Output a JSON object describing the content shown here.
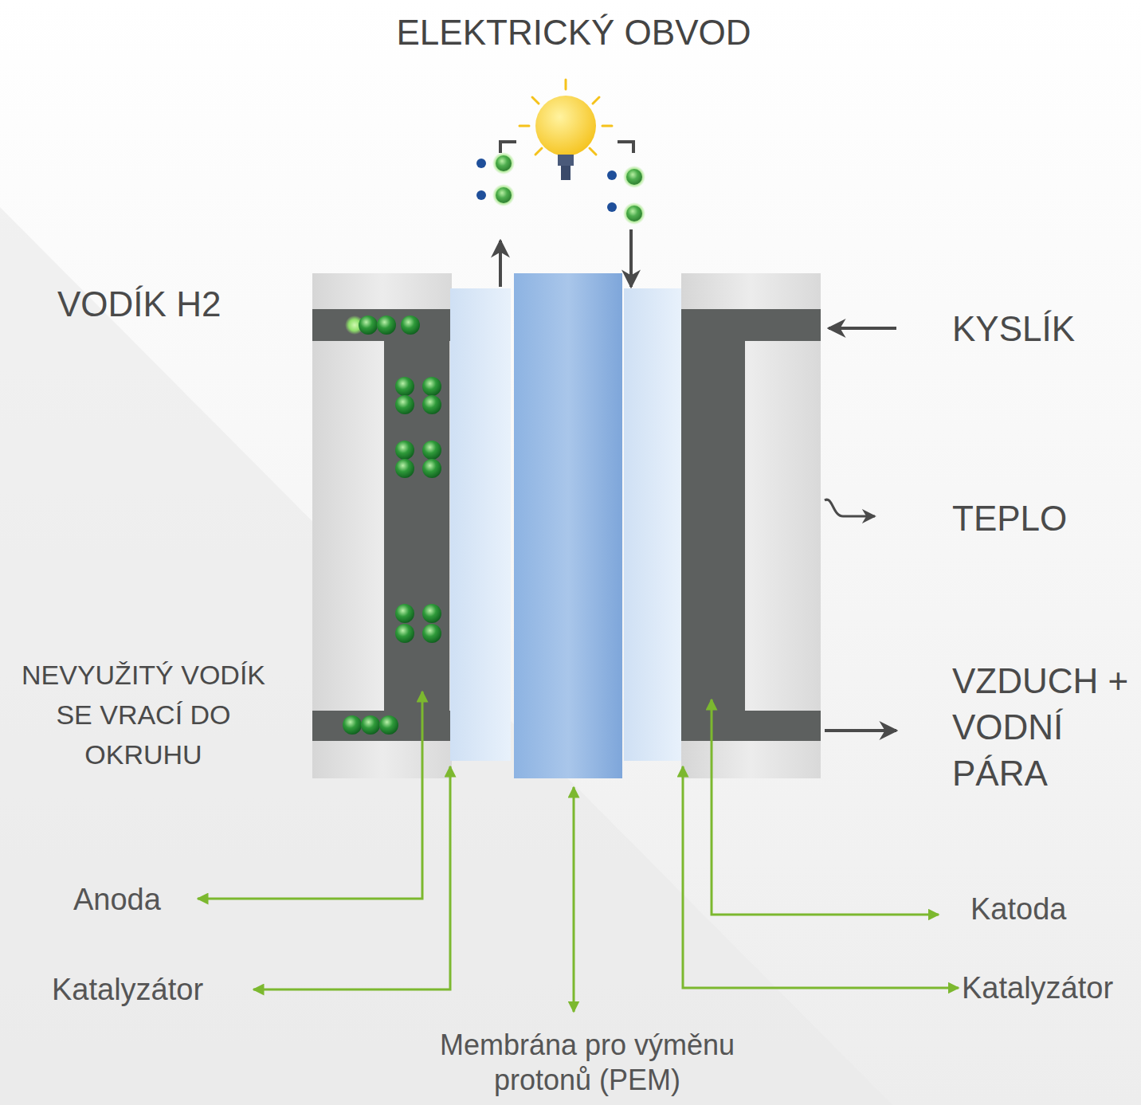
{
  "diagram": {
    "title": "ELEKTRICKÝ OBVOD",
    "labels": [
      "VODÍK H2",
      "KYSLÍK",
      "TEPLO",
      "NEVYUŽITÝ VODÍK SE VRACÍ DO OKRUHU",
      "VZDUCH + VODNÍ PÁRA",
      "Anoda",
      "Katoda",
      "Katalyzátor",
      "Katalyzátor",
      "Membrána pro výměnu protonů (PEM)"
    ]
  }
}
